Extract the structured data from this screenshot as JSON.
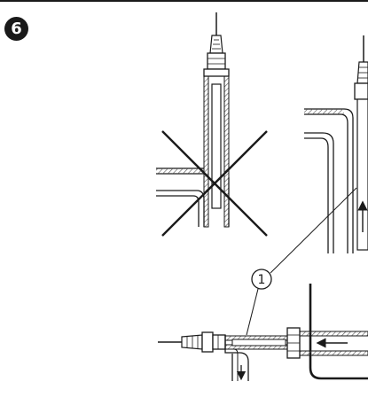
{
  "step": {
    "number": "6"
  },
  "callout": {
    "label": "1"
  },
  "colors": {
    "ink": "#1a1a1a",
    "hatch": "#555555",
    "background": "#ffffff"
  },
  "icons": {
    "step_badge": "filled-circle-number",
    "wrong_mark": "cross-mark",
    "flow_arrows": "arrow"
  }
}
